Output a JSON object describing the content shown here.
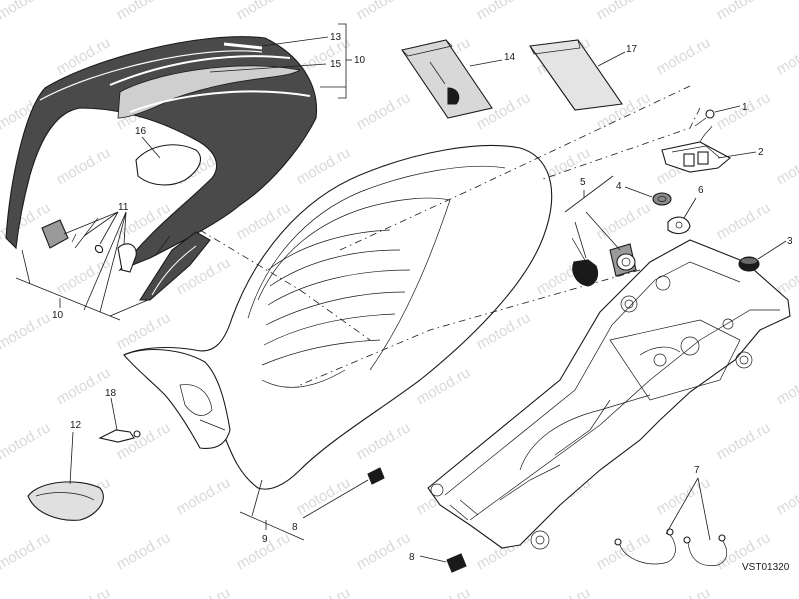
{
  "watermark": {
    "text": "motod.ru"
  },
  "reference_code": "VST01320",
  "colors": {
    "line": "#1a1a1a",
    "cover_fill": "#4a4a4a",
    "watermark": "#d9d9d9",
    "background": "#ffffff"
  },
  "callouts": {
    "c1": "1",
    "c2": "2",
    "c3": "3",
    "c4": "4",
    "c5": "5",
    "c6": "6",
    "c7": "7",
    "c8a": "8",
    "c8b": "8",
    "c9": "9",
    "c10a": "10",
    "c10b": "10",
    "c11": "11",
    "c12": "12",
    "c13": "13",
    "c14": "14",
    "c15": "15",
    "c16": "16",
    "c17": "17",
    "c18": "18"
  }
}
